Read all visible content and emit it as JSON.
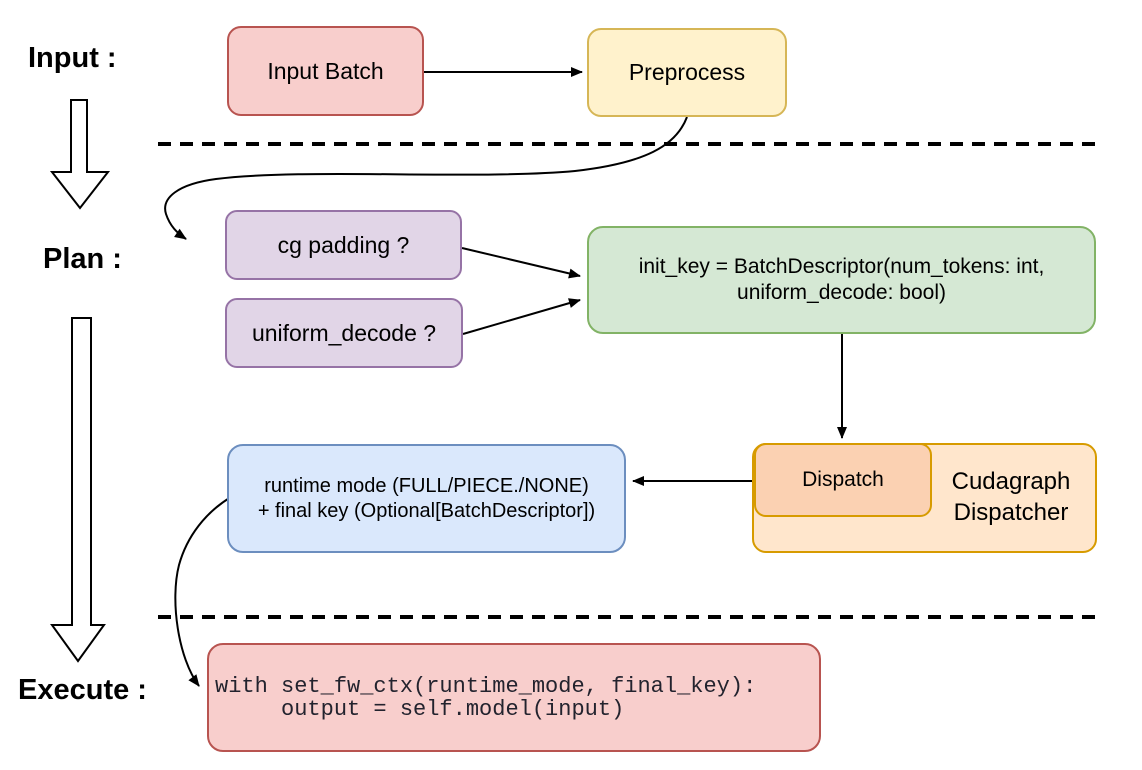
{
  "palette": {
    "red_fill": "#f8cecc",
    "red_stroke": "#b85450",
    "yellow_fill": "#fff2cc",
    "yellow_stroke": "#d6b656",
    "purple_fill": "#e1d5e7",
    "purple_stroke": "#9673a6",
    "green_fill": "#d5e8d4",
    "green_stroke": "#82b366",
    "orange_fill": "#ffe6cc",
    "orange_stroke": "#d79b00",
    "orange_inner_fill": "#fbd1b2",
    "blue_fill": "#dae8fc",
    "blue_stroke": "#6c8ebf",
    "connector": "#000000",
    "background": "#ffffff"
  },
  "stages": {
    "input_label": "Input :",
    "plan_label": "Plan :",
    "execute_label": "Execute :"
  },
  "nodes": {
    "input_batch": {
      "label": "Input Batch"
    },
    "preprocess": {
      "label": "Preprocess"
    },
    "cg_padding": {
      "label": "cg padding ?"
    },
    "uniform_decode": {
      "label": "uniform_decode ?"
    },
    "init_key": {
      "line1": "init_key = BatchDescriptor(num_tokens: int,",
      "line2": "uniform_decode: bool)"
    },
    "dispatch": {
      "label": "Dispatch"
    },
    "cudagraph_dispatcher": {
      "line1": "Cudagraph",
      "line2": "Dispatcher"
    },
    "runtime_mode": {
      "line1": "runtime mode (FULL/PIECE./NONE)",
      "line2": "+ final key (Optional[BatchDescriptor])"
    },
    "execute_code": {
      "line1": "with set_fw_ctx(runtime_mode, final_key):",
      "line2": "     output = self.model(input)"
    }
  }
}
